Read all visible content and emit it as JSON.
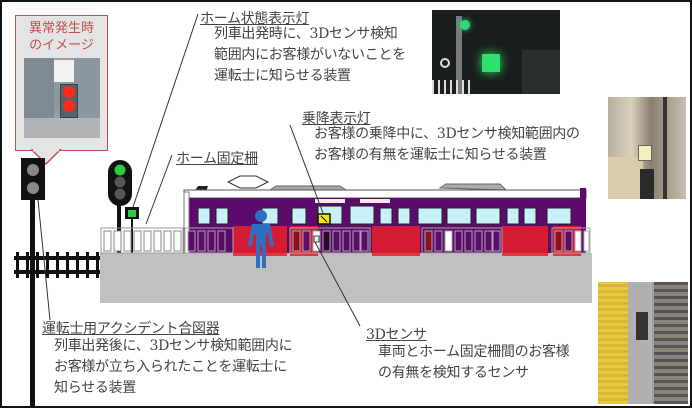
{
  "callout": {
    "line1": "異常発生時",
    "line2": "のイメージ"
  },
  "labels": {
    "platform_status_light": {
      "title": "ホーム状態表示灯",
      "desc": [
        "列車出発時に、3Dセンサ検知",
        "範囲内にお客様がいないことを",
        "運転士に知らせる装置"
      ]
    },
    "boarding_indicator": {
      "title": "乗降表示灯",
      "desc": [
        "お客様の乗降中に、3Dセンサ検知範囲内の",
        "お客様の有無を運転士に知らせる装置"
      ]
    },
    "platform_fence": {
      "title": "ホーム固定柵"
    },
    "driver_signal": {
      "title": "運転士用アクシデント合図器",
      "desc": [
        "列車出発後に、3Dセンサ検知範囲内に",
        "お客様が立ち入られたことを運転士に",
        "知らせる装置"
      ]
    },
    "sensor_3d": {
      "title": "3Dセンサ",
      "desc": [
        "車両とホーム固定柵間のお客様",
        "の有無を検知するセンサ"
      ]
    }
  },
  "colors": {
    "train_body": "#5c0a6b",
    "detection_zone": "#e8202a",
    "signal_green": "#2ecc40",
    "callout_red": "#c0504d",
    "platform_gray": "#c0c0c0",
    "passenger_blue": "#2f6fc1",
    "indicator_yellow": "#f5e61a"
  }
}
